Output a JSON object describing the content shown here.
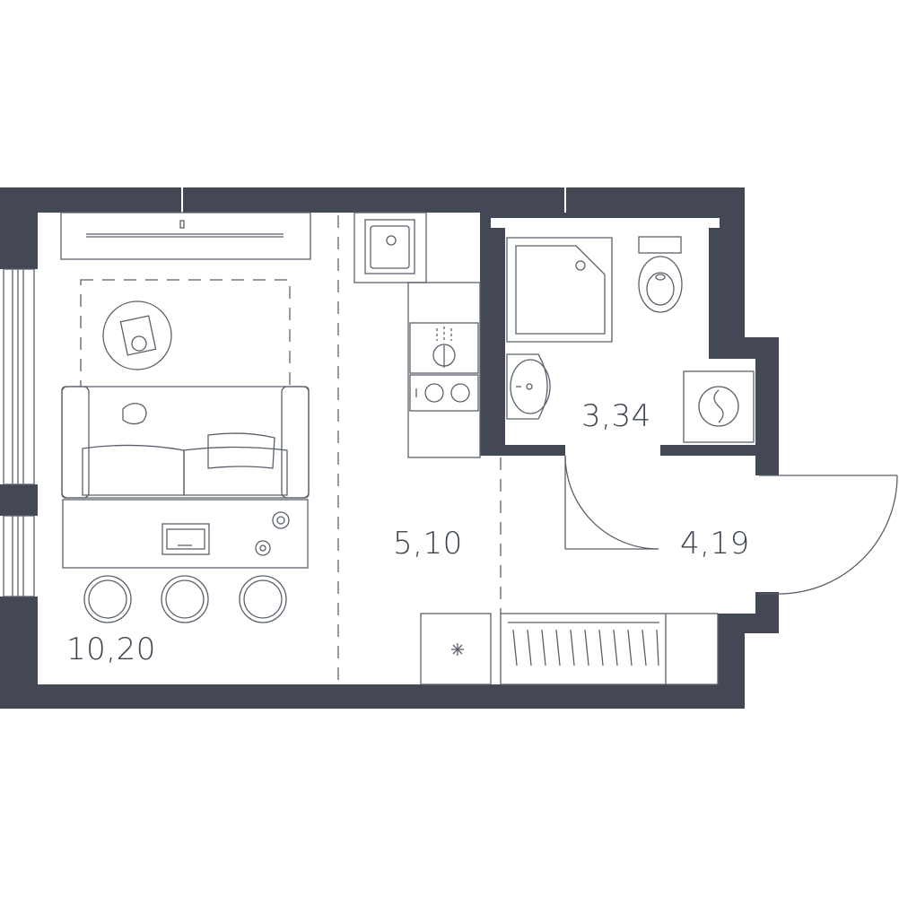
{
  "plan": {
    "wall_color": "#434854",
    "line_color": "#5a606b",
    "background": "#ffffff",
    "rooms": [
      {
        "id": "living",
        "area": "10,20"
      },
      {
        "id": "kitchen",
        "area": "5,10"
      },
      {
        "id": "bathroom",
        "area": "3,34"
      },
      {
        "id": "hall",
        "area": "4,19"
      }
    ],
    "icons": [
      "kitchen-sink-icon",
      "range-hood-icon",
      "cooktop-icon",
      "shower-tray-icon",
      "toilet-icon",
      "washbasin-icon",
      "washing-machine-icon",
      "sofa-icon",
      "coffee-table-icon",
      "tv-unit-icon",
      "desk-icon",
      "laptop-icon",
      "stool-icon",
      "electrical-panel-icon",
      "wardrobe-icon",
      "door-swing-icon",
      "window-icon"
    ]
  }
}
